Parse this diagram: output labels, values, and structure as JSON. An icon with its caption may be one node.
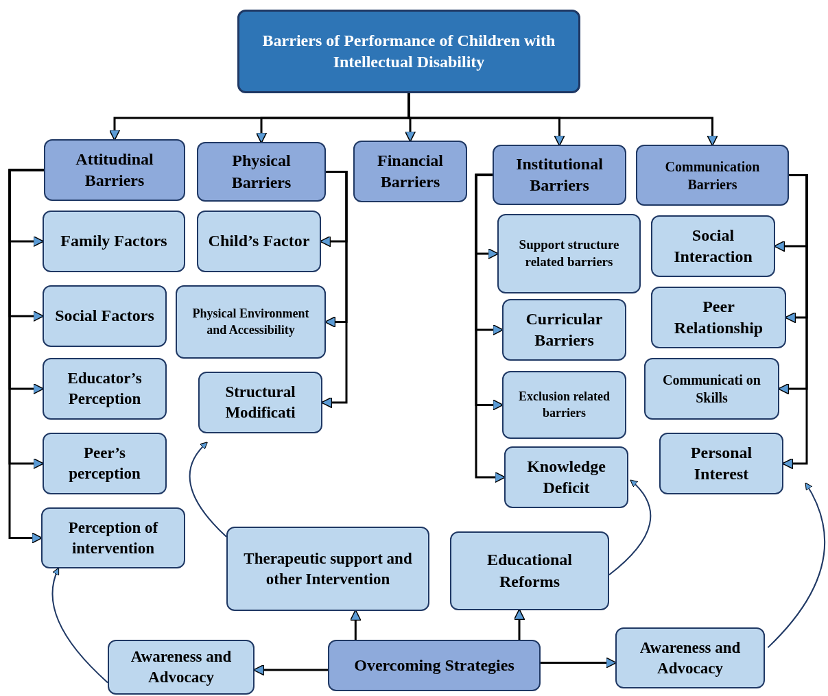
{
  "diagram": {
    "nodes": [
      {
        "text": [
          "Barriers of Performance of Children with Intellectual Disability"
        ]
      },
      {
        "text": [
          "Attitudinal Barriers"
        ]
      },
      {
        "text": [
          "Physical Barriers"
        ]
      },
      {
        "text": [
          "Financial Barriers"
        ]
      },
      {
        "text": [
          "Institutional Barriers"
        ]
      },
      {
        "text": [
          "Communication Barriers"
        ]
      },
      {
        "text": [
          "Family Factors"
        ]
      },
      {
        "text": [
          "Social Factors"
        ]
      },
      {
        "text": [
          "Educator’s Perception"
        ]
      },
      {
        "text": [
          "Peer’s perception"
        ]
      },
      {
        "text": [
          "Perception of intervention"
        ]
      },
      {
        "text": [
          "Child’s Factor"
        ]
      },
      {
        "text": [
          "Physical Environment and Accessibility"
        ]
      },
      {
        "text": [
          "Structural Modificati"
        ]
      },
      {
        "text": [
          "Support structure related barriers"
        ]
      },
      {
        "text": [
          "Curricular Barriers"
        ]
      },
      {
        "text": [
          "Exclusion related barriers"
        ]
      },
      {
        "text": [
          "Knowledge Deficit"
        ]
      },
      {
        "text": [
          "Social Interaction"
        ]
      },
      {
        "text": [
          "Peer Relationship"
        ]
      },
      {
        "text": [
          "Communicati on Skills"
        ]
      },
      {
        "text": [
          "Personal Interest"
        ]
      },
      {
        "text": [
          "Therapeutic support and other Intervention"
        ]
      },
      {
        "text": [
          "Educational Reforms"
        ]
      },
      {
        "text": [
          "Awareness and Advocacy"
        ]
      },
      {
        "text": [
          "Overcoming Strategies"
        ]
      },
      {
        "text": [
          "Awareness and Advocacy"
        ]
      }
    ],
    "edges": [
      {
        "from": 0,
        "to": 1,
        "arrow": "to"
      },
      {
        "from": 0,
        "to": 2,
        "arrow": "to"
      },
      {
        "from": 0,
        "to": 3,
        "arrow": "to"
      },
      {
        "from": 0,
        "to": 4,
        "arrow": "to"
      },
      {
        "from": 0,
        "to": 5,
        "arrow": "to"
      },
      {
        "from": 1,
        "to": 6,
        "arrow": "to"
      },
      {
        "from": 1,
        "to": 7,
        "arrow": "to"
      },
      {
        "from": 1,
        "to": 8,
        "arrow": "to"
      },
      {
        "from": 1,
        "to": 9,
        "arrow": "to"
      },
      {
        "from": 1,
        "to": 10,
        "arrow": "to"
      },
      {
        "from": 2,
        "to": 11,
        "arrow": "to"
      },
      {
        "from": 2,
        "to": 12,
        "arrow": "to"
      },
      {
        "from": 2,
        "to": 13,
        "arrow": "to"
      },
      {
        "from": 4,
        "to": 14,
        "arrow": "to"
      },
      {
        "from": 4,
        "to": 15,
        "arrow": "to"
      },
      {
        "from": 4,
        "to": 16,
        "arrow": "to"
      },
      {
        "from": 4,
        "to": 17,
        "arrow": "to"
      },
      {
        "from": 5,
        "to": 18,
        "arrow": "to"
      },
      {
        "from": 5,
        "to": 19,
        "arrow": "to"
      },
      {
        "from": 5,
        "to": 20,
        "arrow": "to"
      },
      {
        "from": 5,
        "to": 21,
        "arrow": "to"
      },
      {
        "from": 25,
        "to": 24,
        "arrow": "to"
      },
      {
        "from": 25,
        "to": 22,
        "arrow": "to"
      },
      {
        "from": 25,
        "to": 23,
        "arrow": "to"
      },
      {
        "from": 25,
        "to": 26,
        "arrow": "to"
      },
      {
        "from": 24,
        "to": 10,
        "arrow": "to",
        "color": "#1f3864"
      },
      {
        "from": 22,
        "to": 13,
        "arrow": "to",
        "color": "#1f3864"
      },
      {
        "from": 23,
        "to": 17,
        "arrow": "to",
        "color": "#1f3864"
      },
      {
        "from": 26,
        "to": 21,
        "arrow": "to",
        "color": "#1f3864"
      }
    ]
  }
}
